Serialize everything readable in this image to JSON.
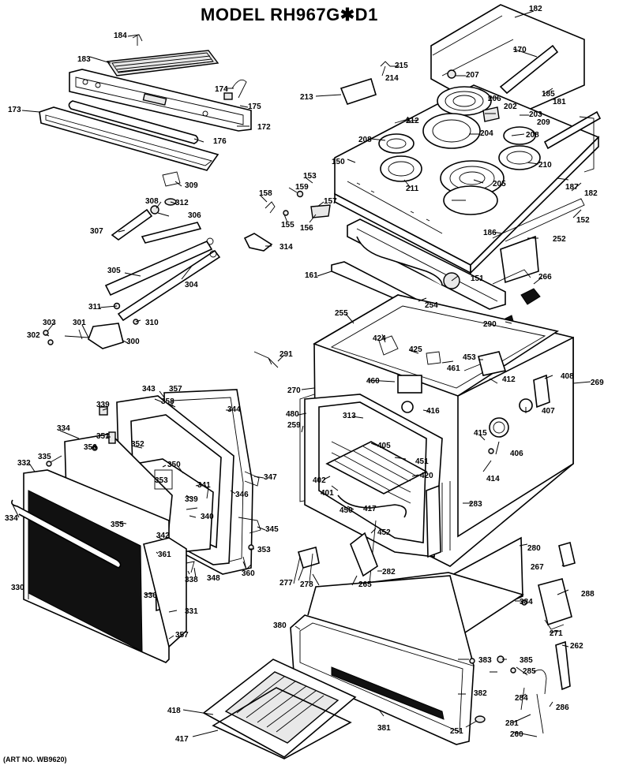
{
  "title": "MODEL  RH967G✱D1",
  "footer": "(ART NO. WB9620)",
  "parts": [
    {
      "id": "p182a",
      "label": "182"
    },
    {
      "id": "p170",
      "label": "170"
    },
    {
      "id": "p185",
      "label": "185"
    },
    {
      "id": "p181",
      "label": "181"
    },
    {
      "id": "p184",
      "label": "184"
    },
    {
      "id": "p183",
      "label": "183"
    },
    {
      "id": "p173",
      "label": "173"
    },
    {
      "id": "p174",
      "label": "174"
    },
    {
      "id": "p175",
      "label": "175"
    },
    {
      "id": "p172",
      "label": "172"
    },
    {
      "id": "p176",
      "label": "176"
    },
    {
      "id": "p215",
      "label": "215"
    },
    {
      "id": "p214",
      "label": "214"
    },
    {
      "id": "p207",
      "label": "207"
    },
    {
      "id": "p213",
      "label": "213"
    },
    {
      "id": "p206",
      "label": "206"
    },
    {
      "id": "p202",
      "label": "202"
    },
    {
      "id": "p212",
      "label": "212"
    },
    {
      "id": "p203",
      "label": "203"
    },
    {
      "id": "p204",
      "label": "204"
    },
    {
      "id": "p208a",
      "label": "208"
    },
    {
      "id": "p208b",
      "label": "208"
    },
    {
      "id": "p209",
      "label": "209"
    },
    {
      "id": "p210",
      "label": "210"
    },
    {
      "id": "p150",
      "label": "150"
    },
    {
      "id": "p211",
      "label": "211"
    },
    {
      "id": "p205",
      "label": "205"
    },
    {
      "id": "p187",
      "label": "187"
    },
    {
      "id": "p182b",
      "label": "182"
    },
    {
      "id": "p309",
      "label": "309"
    },
    {
      "id": "p158",
      "label": "158"
    },
    {
      "id": "p153",
      "label": "153"
    },
    {
      "id": "p159",
      "label": "159"
    },
    {
      "id": "p157",
      "label": "157"
    },
    {
      "id": "p308a",
      "label": "308"
    },
    {
      "id": "p312",
      "label": "312"
    },
    {
      "id": "p306",
      "label": "306"
    },
    {
      "id": "p155",
      "label": "155"
    },
    {
      "id": "p156",
      "label": "156"
    },
    {
      "id": "p152",
      "label": "152"
    },
    {
      "id": "p307",
      "label": "307"
    },
    {
      "id": "p186",
      "label": "186"
    },
    {
      "id": "p252",
      "label": "252"
    },
    {
      "id": "p314",
      "label": "314"
    },
    {
      "id": "p305",
      "label": "305"
    },
    {
      "id": "p304",
      "label": "304"
    },
    {
      "id": "p161",
      "label": "161"
    },
    {
      "id": "p151",
      "label": "151"
    },
    {
      "id": "p266",
      "label": "266"
    },
    {
      "id": "p254",
      "label": "254"
    },
    {
      "id": "p311",
      "label": "311"
    },
    {
      "id": "p303",
      "label": "303"
    },
    {
      "id": "p310",
      "label": "310"
    },
    {
      "id": "p301",
      "label": "301"
    },
    {
      "id": "p302",
      "label": "302"
    },
    {
      "id": "p300",
      "label": "300"
    },
    {
      "id": "p255",
      "label": "255"
    },
    {
      "id": "p290",
      "label": "290"
    },
    {
      "id": "p424",
      "label": "424"
    },
    {
      "id": "p425",
      "label": "425"
    },
    {
      "id": "p291",
      "label": "291"
    },
    {
      "id": "p461",
      "label": "461"
    },
    {
      "id": "p453",
      "label": "453"
    },
    {
      "id": "p460",
      "label": "460"
    },
    {
      "id": "p408",
      "label": "408"
    },
    {
      "id": "p269",
      "label": "269"
    },
    {
      "id": "p270",
      "label": "270"
    },
    {
      "id": "p412",
      "label": "412"
    },
    {
      "id": "p343",
      "label": "343"
    },
    {
      "id": "p357a",
      "label": "357"
    },
    {
      "id": "p339",
      "label": "339"
    },
    {
      "id": "p358",
      "label": "358"
    },
    {
      "id": "p344",
      "label": "344"
    },
    {
      "id": "p480",
      "label": "480"
    },
    {
      "id": "p313",
      "label": "313"
    },
    {
      "id": "p416",
      "label": "416"
    },
    {
      "id": "p407",
      "label": "407"
    },
    {
      "id": "p259",
      "label": "259"
    },
    {
      "id": "p415",
      "label": "415"
    },
    {
      "id": "p334a",
      "label": "334"
    },
    {
      "id": "p351",
      "label": "351"
    },
    {
      "id": "p352",
      "label": "352"
    },
    {
      "id": "p405",
      "label": "405"
    },
    {
      "id": "p406",
      "label": "406"
    },
    {
      "id": "p356",
      "label": "356"
    },
    {
      "id": "p350",
      "label": "350"
    },
    {
      "id": "p451",
      "label": "451"
    },
    {
      "id": "p335",
      "label": "335"
    },
    {
      "id": "p332",
      "label": "332"
    },
    {
      "id": "p353a",
      "label": "353"
    },
    {
      "id": "p402",
      "label": "402"
    },
    {
      "id": "p420",
      "label": "420"
    },
    {
      "id": "p414",
      "label": "414"
    },
    {
      "id": "p341",
      "label": "341"
    },
    {
      "id": "p347",
      "label": "347"
    },
    {
      "id": "p346",
      "label": "346"
    },
    {
      "id": "p401",
      "label": "401"
    },
    {
      "id": "p417a",
      "label": "417"
    },
    {
      "id": "p283",
      "label": "283"
    },
    {
      "id": "p450",
      "label": "450"
    },
    {
      "id": "p334b",
      "label": "334"
    },
    {
      "id": "p339b",
      "label": "339"
    },
    {
      "id": "p340",
      "label": "340"
    },
    {
      "id": "p355",
      "label": "355"
    },
    {
      "id": "p345",
      "label": "345"
    },
    {
      "id": "p342",
      "label": "342"
    },
    {
      "id": "p452",
      "label": "452"
    },
    {
      "id": "p280",
      "label": "280"
    },
    {
      "id": "p361",
      "label": "361"
    },
    {
      "id": "p353b",
      "label": "353"
    },
    {
      "id": "p267",
      "label": "267"
    },
    {
      "id": "p277",
      "label": "277"
    },
    {
      "id": "p278",
      "label": "278"
    },
    {
      "id": "p265",
      "label": "265"
    },
    {
      "id": "p282",
      "label": "282"
    },
    {
      "id": "p348",
      "label": "348"
    },
    {
      "id": "p338",
      "label": "338"
    },
    {
      "id": "p360",
      "label": "360"
    },
    {
      "id": "p336",
      "label": "336"
    },
    {
      "id": "p330",
      "label": "330"
    },
    {
      "id": "p288",
      "label": "288"
    },
    {
      "id": "p384",
      "label": "384"
    },
    {
      "id": "p331",
      "label": "331"
    },
    {
      "id": "p380",
      "label": "380"
    },
    {
      "id": "p357b",
      "label": "357"
    },
    {
      "id": "p271",
      "label": "271"
    },
    {
      "id": "p262",
      "label": "262"
    },
    {
      "id": "p383",
      "label": "383"
    },
    {
      "id": "p385",
      "label": "385"
    },
    {
      "id": "p285",
      "label": "285"
    },
    {
      "id": "p382",
      "label": "382"
    },
    {
      "id": "p284",
      "label": "284"
    },
    {
      "id": "p286",
      "label": "286"
    },
    {
      "id": "p381",
      "label": "381"
    },
    {
      "id": "p418",
      "label": "418"
    },
    {
      "id": "p281",
      "label": "281"
    },
    {
      "id": "p251",
      "label": "251"
    },
    {
      "id": "p260",
      "label": "260"
    },
    {
      "id": "p417b",
      "label": "417"
    }
  ]
}
